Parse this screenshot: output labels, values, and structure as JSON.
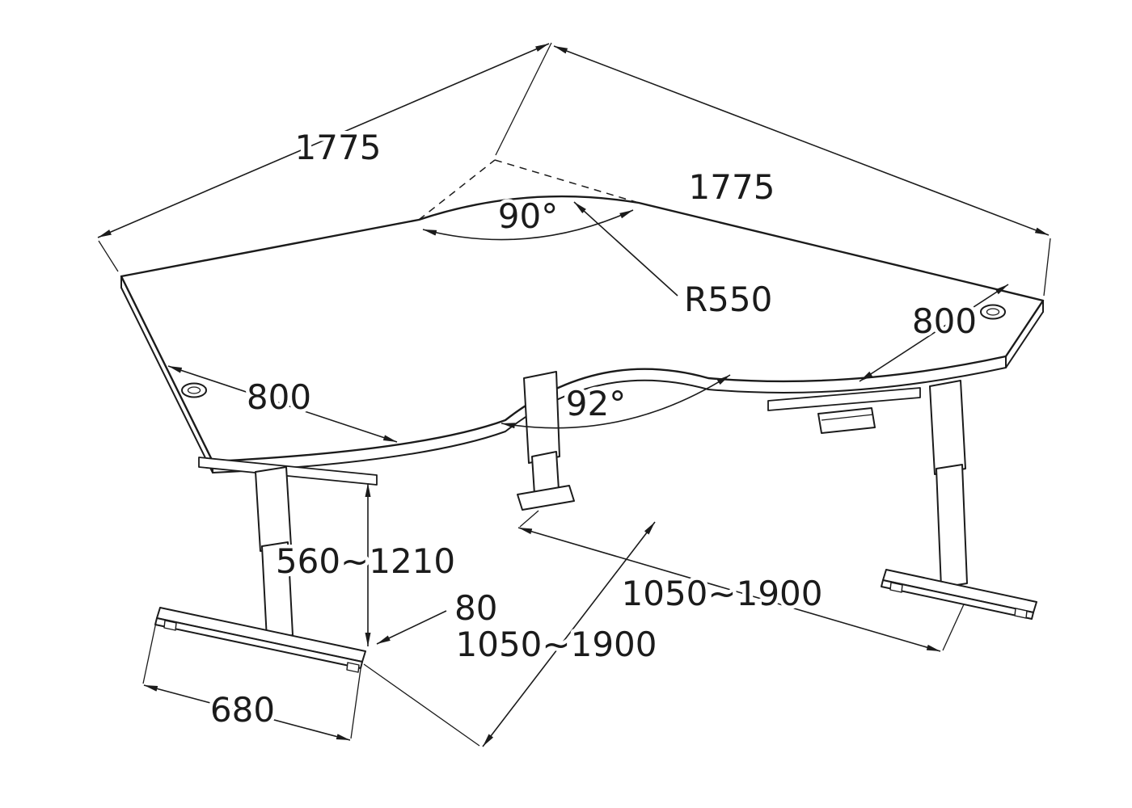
{
  "drawing": {
    "background": "#ffffff",
    "line_color": "#1b1b1b"
  },
  "dimensions": {
    "left_wing_length": "1775",
    "right_wing_length": "1775",
    "corner_angle": "90°",
    "corner_radius": "R550",
    "right_end_depth": "800",
    "left_end_depth": "800",
    "inner_corner_angle": "92°",
    "height_range": "560~1210",
    "foot_height": "80",
    "right_leg_span_range": "1050~1900",
    "left_leg_span_range": "1050~1900",
    "foot_length": "680"
  }
}
